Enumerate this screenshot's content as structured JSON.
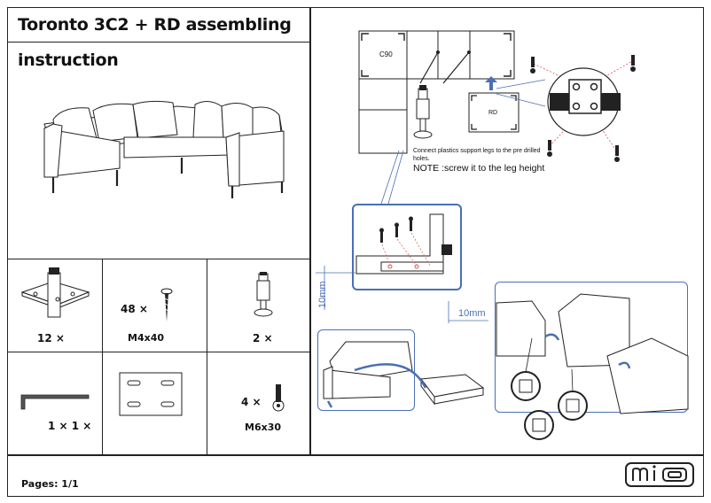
{
  "header": {
    "title": "Toronto 3C2 + RD assembling instruction"
  },
  "parts": [
    {
      "qty": "12 ×",
      "spec": "",
      "icon": "bracket-icon"
    },
    {
      "qty": "48 ×",
      "spec": "M4x40",
      "icon": "wood-screw-icon"
    },
    {
      "qty": "2 ×",
      "spec": "",
      "icon": "support-leg-icon"
    },
    {
      "qty": "1 × 1 ×",
      "spec": "",
      "icon": "hex-key-icon"
    },
    {
      "qty": "",
      "spec": "",
      "icon": "connector-plate-icon"
    },
    {
      "qty": "4 ×",
      "spec": "M6x30",
      "icon": "bolt-icon"
    }
  ],
  "diagram": {
    "module_left": "C90",
    "module_right": "RD",
    "instruction": "Connect plastics support legs to the pre drilled holes.",
    "note": "NOTE :screw it to the leg height",
    "dimension_1": "10mm",
    "dimension_2": "10mm"
  },
  "footer": {
    "pages": "Pages: 1/1",
    "brand": "mio"
  },
  "colors": {
    "line": "#222222",
    "accent_blue": "#4a6fb5",
    "guide_red": "#d9534f"
  }
}
